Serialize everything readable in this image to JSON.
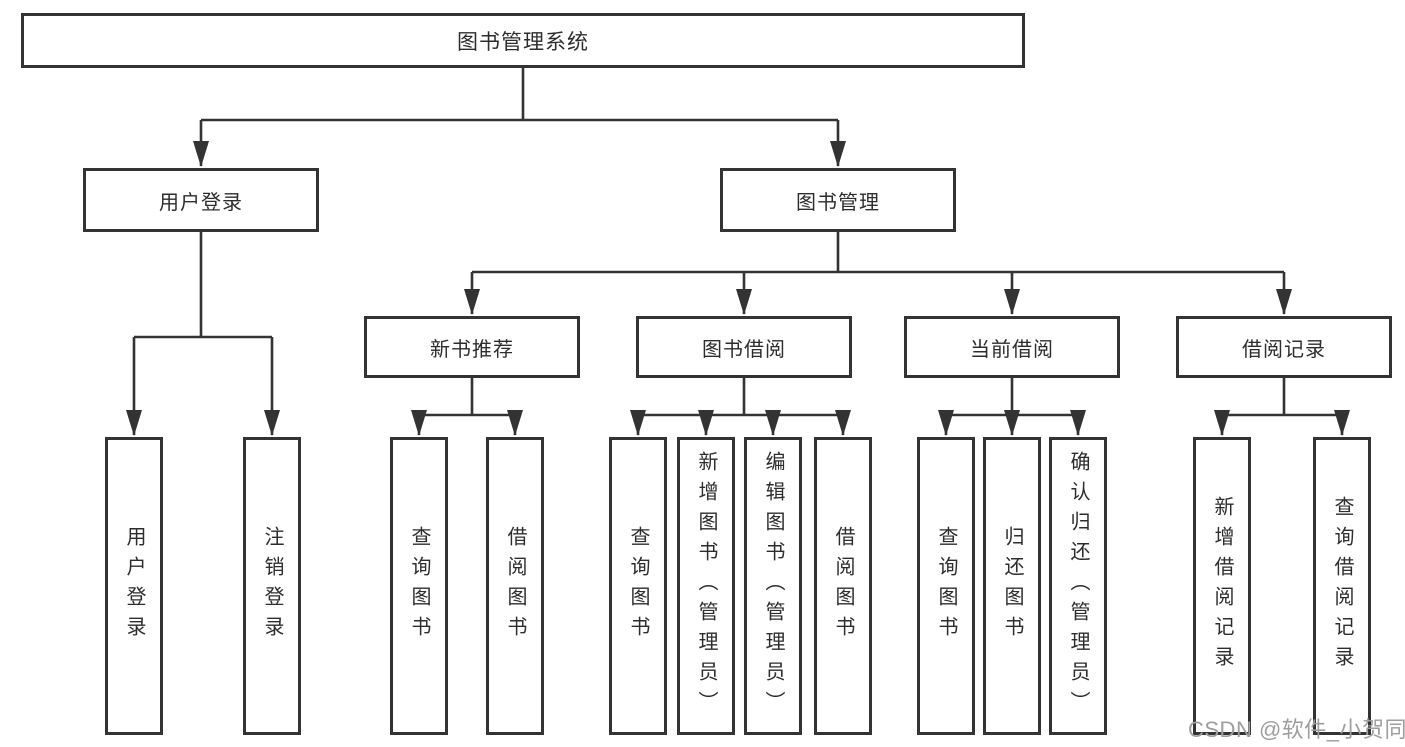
{
  "diagram": {
    "tree": {
      "root": {
        "label": "图书管理系统",
        "children": [
          {
            "label": "用户登录",
            "children": [
              {
                "label": "用户登录"
              },
              {
                "label": "注销登录"
              }
            ]
          },
          {
            "label": "图书管理",
            "children": [
              {
                "label": "新书推荐",
                "children": [
                  {
                    "label": "查询图书"
                  },
                  {
                    "label": "借阅图书"
                  }
                ]
              },
              {
                "label": "图书借阅",
                "children": [
                  {
                    "label": "查询图书"
                  },
                  {
                    "label": "新增图书（管理员）"
                  },
                  {
                    "label": "编辑图书（管理员）"
                  },
                  {
                    "label": "借阅图书"
                  }
                ]
              },
              {
                "label": "当前借阅",
                "children": [
                  {
                    "label": "查询图书"
                  },
                  {
                    "label": "归还图书"
                  },
                  {
                    "label": "确认归还（管理员）"
                  }
                ]
              },
              {
                "label": "借阅记录",
                "children": [
                  {
                    "label": "新增借阅记录"
                  },
                  {
                    "label": "查询借阅记录"
                  }
                ]
              }
            ]
          }
        ]
      }
    },
    "colors": {
      "line": "#333333",
      "box_border": "#333333",
      "box_fill": "#ffffff",
      "text": "#2d2d2d",
      "watermark": "#9e9e9e",
      "background": "#ffffff"
    }
  },
  "watermark": {
    "text": "CSDN @软件_小贺同学"
  }
}
